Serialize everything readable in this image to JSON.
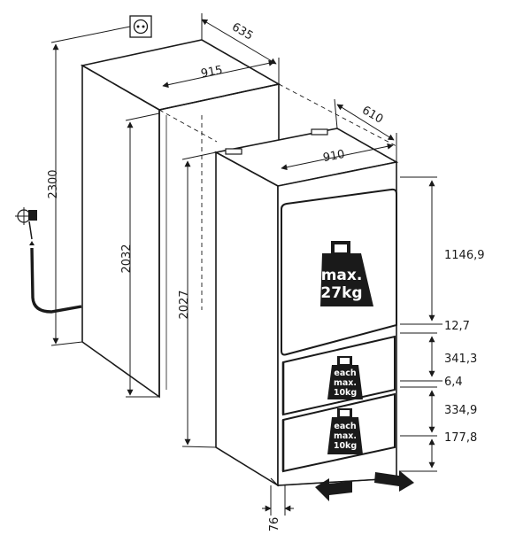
{
  "dimensions": {
    "niche_height": "2300",
    "niche_depth": "635",
    "niche_width": "915",
    "inner_niche_height": "2032",
    "appliance_depth": "610",
    "appliance_width": "910",
    "appliance_height": "2027",
    "upper_door": "1146,9",
    "gap_1": "12,7",
    "drawer_1": "341,3",
    "gap_2": "6,4",
    "drawer_2": "334,9",
    "plinth": "177,8",
    "plinth_depth": "76"
  },
  "load_limits": {
    "main": {
      "line1": "max.",
      "line2": "27kg"
    },
    "drawer": {
      "line1": "each",
      "line2": "max.",
      "line3": "10kg"
    }
  },
  "icons": [
    "power-socket-icon",
    "water-tap-icon",
    "weight-icon",
    "airflow-arrow-icon"
  ]
}
